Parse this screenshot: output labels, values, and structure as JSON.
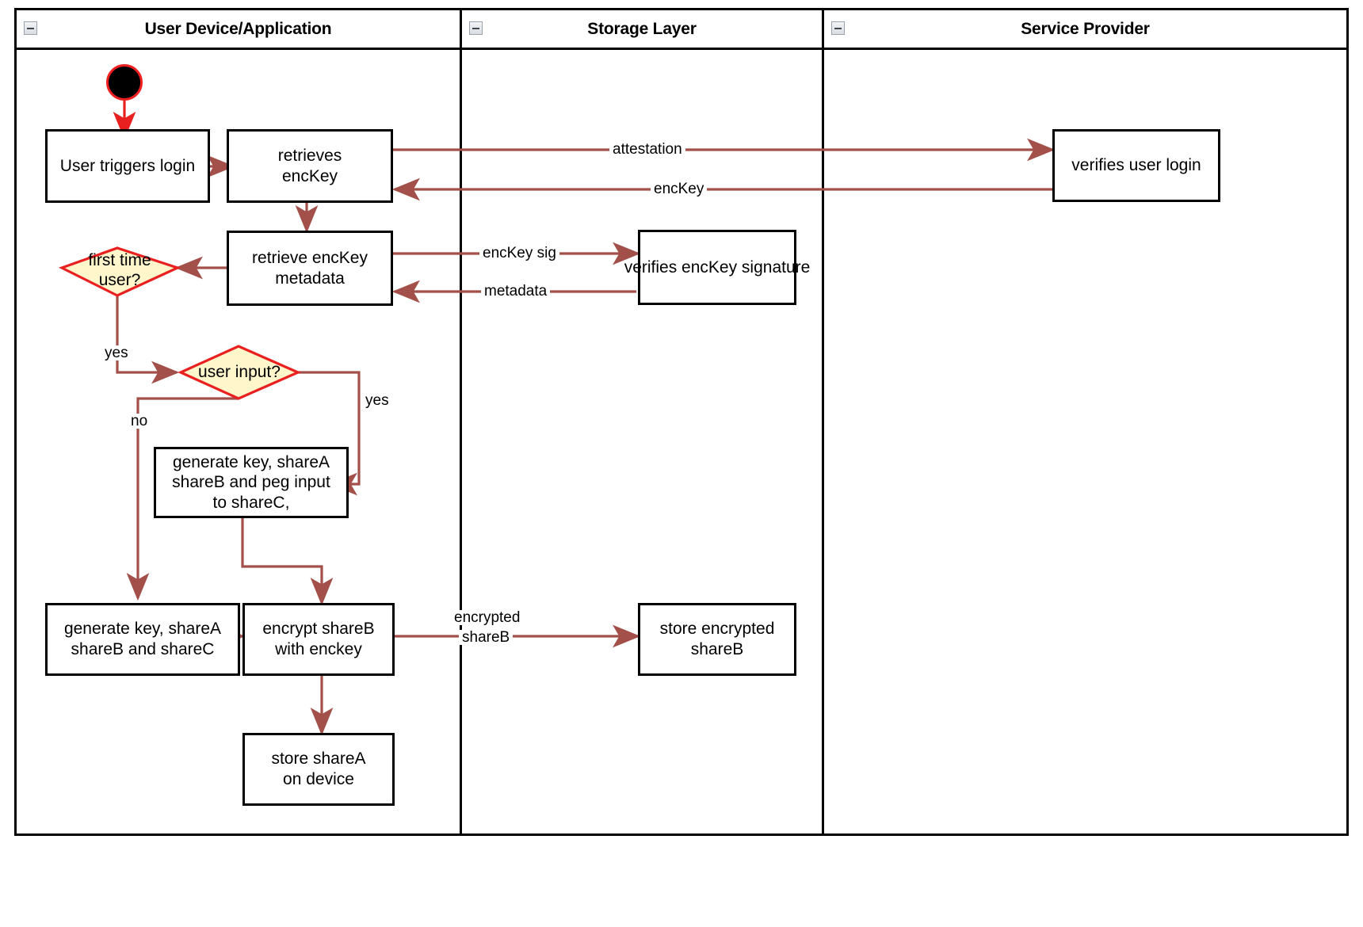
{
  "diagram": {
    "type": "uml-activity-swimlane",
    "title": "Login and key-share provisioning flow",
    "colors": {
      "edge": "#a4504a",
      "decision_fill": "#fff6cc",
      "decision_stroke": "#e8201f",
      "start_stroke": "#f01f1f",
      "start_fill": "#000000",
      "node_stroke": "#000000",
      "lane_stroke": "#000000"
    },
    "lanes": [
      {
        "id": "user-device",
        "label": "User Device/Application",
        "collapse_icon": "minus-box-icon"
      },
      {
        "id": "storage-layer",
        "label": "Storage Layer",
        "collapse_icon": "minus-box-icon"
      },
      {
        "id": "service-provider",
        "label": "Service Provider",
        "collapse_icon": "minus-box-icon"
      }
    ],
    "nodes": [
      {
        "id": "start",
        "lane": "user-device",
        "shape": "initial-node",
        "label": ""
      },
      {
        "id": "user-triggers-login",
        "lane": "user-device",
        "shape": "action",
        "lines": [
          "User triggers login"
        ]
      },
      {
        "id": "retrieves-enckey",
        "lane": "user-device",
        "shape": "action",
        "lines": [
          "retrieves",
          "encKey"
        ]
      },
      {
        "id": "retrieve-enckey-metadata",
        "lane": "user-device",
        "shape": "action",
        "lines": [
          "retrieve encKey",
          "metadata"
        ]
      },
      {
        "id": "first-time-user",
        "lane": "user-device",
        "shape": "decision",
        "lines": [
          "first time",
          "user?"
        ]
      },
      {
        "id": "user-input",
        "lane": "user-device",
        "shape": "decision",
        "lines": [
          "user input?"
        ]
      },
      {
        "id": "generate-peg-input",
        "lane": "user-device",
        "shape": "action",
        "lines": [
          "generate key, shareA",
          "shareB and peg input",
          "to shareC,"
        ]
      },
      {
        "id": "generate-shares",
        "lane": "user-device",
        "shape": "action",
        "lines": [
          "generate key, shareA",
          "shareB and shareC"
        ]
      },
      {
        "id": "encrypt-shareb",
        "lane": "user-device",
        "shape": "action",
        "lines": [
          "encrypt shareB",
          "with enckey"
        ]
      },
      {
        "id": "store-sharea",
        "lane": "user-device",
        "shape": "action",
        "lines": [
          "store shareA",
          "on device"
        ]
      },
      {
        "id": "verifies-enckey-signature",
        "lane": "storage-layer",
        "shape": "action",
        "lines": [
          "verifies encKey signature"
        ]
      },
      {
        "id": "store-encrypted-shareb",
        "lane": "storage-layer",
        "shape": "action",
        "lines": [
          "store encrypted",
          "shareB"
        ]
      },
      {
        "id": "verifies-user-login",
        "lane": "service-provider",
        "shape": "action",
        "lines": [
          "verifies user login"
        ]
      }
    ],
    "edges": [
      {
        "from": "start",
        "to": "user-triggers-login",
        "label": ""
      },
      {
        "from": "user-triggers-login",
        "to": "retrieves-enckey",
        "label": ""
      },
      {
        "from": "retrieves-enckey",
        "to": "verifies-user-login",
        "label": "attestation"
      },
      {
        "from": "verifies-user-login",
        "to": "retrieves-enckey",
        "label": "encKey"
      },
      {
        "from": "retrieves-enckey",
        "to": "retrieve-enckey-metadata",
        "label": ""
      },
      {
        "from": "retrieve-enckey-metadata",
        "to": "verifies-enckey-signature",
        "label": "encKey sig"
      },
      {
        "from": "verifies-enckey-signature",
        "to": "retrieve-enckey-metadata",
        "label": "metadata"
      },
      {
        "from": "retrieve-enckey-metadata",
        "to": "first-time-user",
        "label": ""
      },
      {
        "from": "first-time-user",
        "to": "user-input",
        "label": "yes"
      },
      {
        "from": "user-input",
        "to": "generate-peg-input",
        "label": "yes"
      },
      {
        "from": "user-input",
        "to": "generate-shares",
        "label": "no"
      },
      {
        "from": "generate-peg-input",
        "to": "encrypt-shareb",
        "label": ""
      },
      {
        "from": "generate-shares",
        "to": "encrypt-shareb",
        "label": ""
      },
      {
        "from": "encrypt-shareb",
        "to": "store-encrypted-shareb",
        "label": "encrypted shareB"
      },
      {
        "from": "encrypt-shareb",
        "to": "store-sharea",
        "label": ""
      }
    ],
    "edge_labels": {
      "attestation": "attestation",
      "enckey": "encKey",
      "enckey_sig": "encKey sig",
      "metadata": "metadata",
      "yes_first_time": "yes",
      "yes_user_input": "yes",
      "no_user_input": "no",
      "encrypted_shareb_line1": "encrypted",
      "encrypted_shareb_line2": "shareB"
    },
    "node_text": {
      "user_triggers_login": "User triggers login",
      "retrieves_l1": "retrieves",
      "retrieves_l2": "encKey",
      "retrieve_meta_l1": "retrieve encKey",
      "retrieve_meta_l2": "metadata",
      "first_time_l1": "first time",
      "first_time_l2": "user?",
      "user_input": "user input?",
      "gen_peg_l1": "generate key, shareA",
      "gen_peg_l2": "shareB and peg input",
      "gen_peg_l3": "to shareC,",
      "gen_shares_l1": "generate key, shareA",
      "gen_shares_l2": "shareB and shareC",
      "encrypt_l1": "encrypt shareB",
      "encrypt_l2": "with enckey",
      "store_sharea_l1": "store shareA",
      "store_sharea_l2": "on device",
      "verifies_sig": "verifies encKey signature",
      "store_enc_l1": "store encrypted",
      "store_enc_l2": "shareB",
      "verifies_login": "verifies user login"
    }
  }
}
